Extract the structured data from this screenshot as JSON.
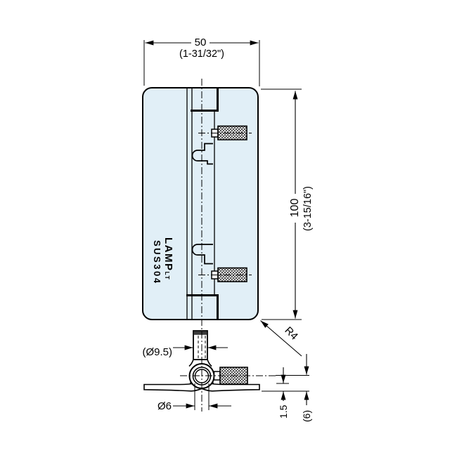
{
  "drawing": {
    "type": "technical-drawing-hinge",
    "views": {
      "front_view": "hinge front elevation",
      "bottom_view": "hinge bottom section"
    }
  },
  "stamp": {
    "brand": "LAMP",
    "brand_mark": "LT",
    "material": "SUS304"
  },
  "dimensions": {
    "width_mm": "50",
    "width_in": "(1-31/32\")",
    "height_mm": "100",
    "height_in": "(3-15/16\")",
    "corner_radius": "R4",
    "knuckle_diameter": "(Ø9.5)",
    "pin_hole_diameter": "Ø6",
    "leaf_thickness": "1.5",
    "offset_height": "(6)"
  },
  "colors": {
    "body_fill": "#e1eff7",
    "line_color": "#000000"
  }
}
